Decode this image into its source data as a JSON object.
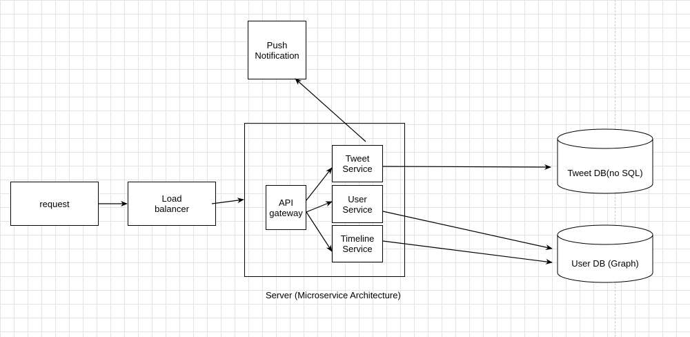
{
  "diagram": {
    "nodes": {
      "request": "request",
      "load_balancer": "Load\nbalancer",
      "push_notification": "Push\nNotification",
      "api_gateway": "API\ngateway",
      "tweet_service": "Tweet\nService",
      "user_service": "User\nService",
      "timeline_service": "Timeline\nService",
      "tweet_db": "Tweet DB(no SQL)",
      "user_db": "User DB (Graph)"
    },
    "server_caption": "Server (Microservice Architecture)",
    "edges": [
      {
        "from": "request",
        "to": "load_balancer"
      },
      {
        "from": "load_balancer",
        "to": "server"
      },
      {
        "from": "api_gateway",
        "to": "tweet_service"
      },
      {
        "from": "api_gateway",
        "to": "user_service"
      },
      {
        "from": "api_gateway",
        "to": "timeline_service"
      },
      {
        "from": "tweet_service",
        "to": "push_notification"
      },
      {
        "from": "tweet_service",
        "to": "tweet_db"
      },
      {
        "from": "user_service",
        "to": "user_db"
      },
      {
        "from": "timeline_service",
        "to": "user_db"
      }
    ],
    "colors": {
      "stroke": "#000000",
      "grid": "#e4e4e4",
      "background": "#ffffff"
    }
  }
}
